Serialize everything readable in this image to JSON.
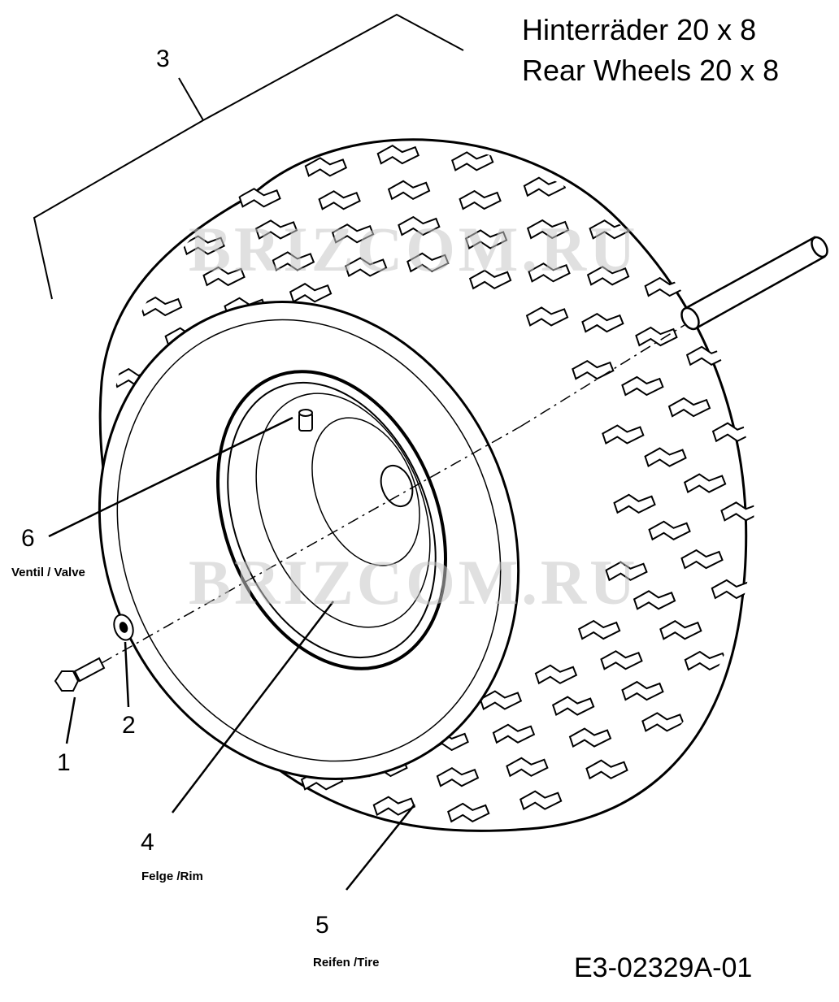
{
  "title": {
    "line1": "Hinterräder  20 x 8",
    "line2": "Rear Wheels  20 x 8"
  },
  "drawing_code": "E3-02329A-01",
  "watermark": "BRIZCOM.RU",
  "callouts": [
    {
      "id": "1",
      "number": "1",
      "caption": ""
    },
    {
      "id": "2",
      "number": "2",
      "caption": ""
    },
    {
      "id": "3",
      "number": "3",
      "caption": ""
    },
    {
      "id": "4",
      "number": "4",
      "caption": "Felge /Rim"
    },
    {
      "id": "5",
      "number": "5",
      "caption": "Reifen /Tire"
    },
    {
      "id": "6",
      "number": "6",
      "caption": "Ventil / Valve"
    }
  ],
  "parts": [
    {
      "callout": "1",
      "icon": "bolt-icon"
    },
    {
      "callout": "2",
      "icon": "washer-icon"
    },
    {
      "callout": "3",
      "icon": "wheel-assembly-bracket"
    },
    {
      "callout": "4",
      "icon": "rim-icon"
    },
    {
      "callout": "5",
      "icon": "tire-icon"
    },
    {
      "callout": "6",
      "icon": "valve-icon"
    },
    {
      "callout": "",
      "icon": "axle-icon"
    }
  ]
}
